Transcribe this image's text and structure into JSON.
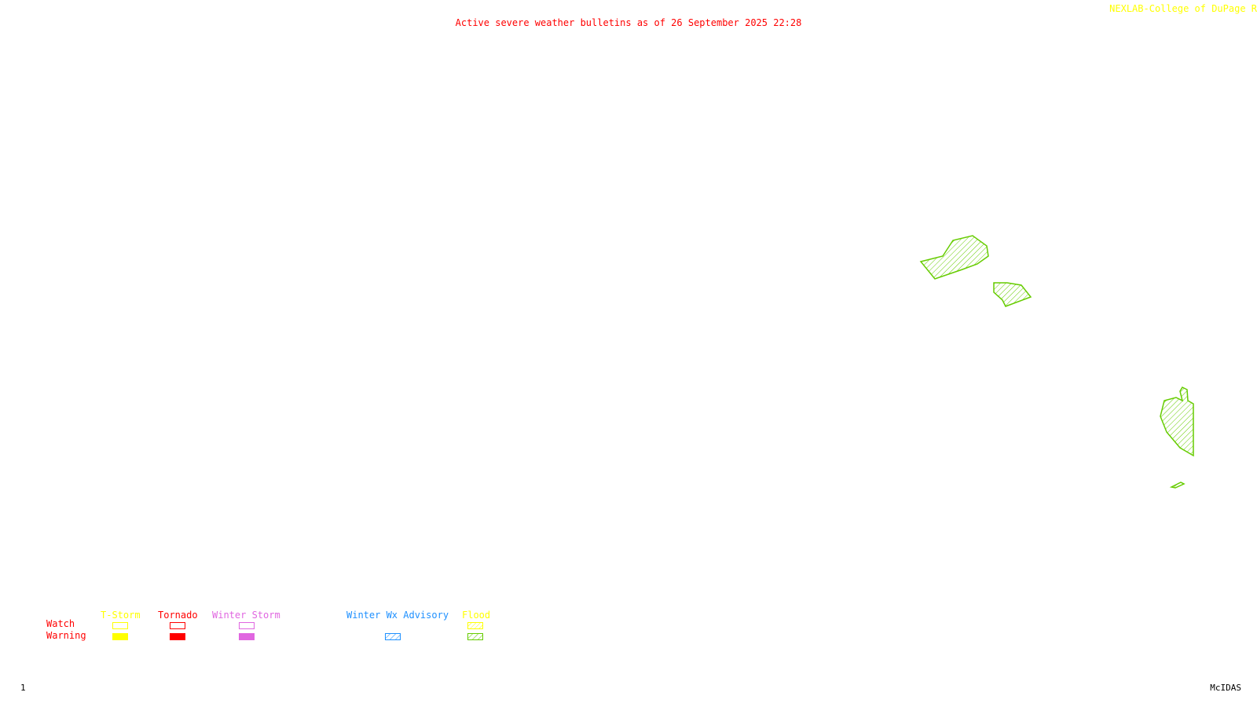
{
  "header": {
    "title": "Active severe weather bulletins as of 26 September 2025 22:28",
    "credit": "NEXLAB-College of DuPage R"
  },
  "legend": {
    "rows": {
      "watch": "Watch",
      "warning": "Warning"
    },
    "categories": [
      {
        "label": "T-Storm",
        "color": "#ffff00",
        "watch": "outline",
        "warning": "filled"
      },
      {
        "label": "Tornado",
        "color": "#ff0000",
        "watch": "outline",
        "warning": "filled"
      },
      {
        "label": "Winter Storm",
        "color": "#e066e0",
        "watch": "outline",
        "warning": "filled"
      },
      {
        "label": "Winter Wx Advisory",
        "color": "#1e90ff",
        "watch": "none",
        "warning": "hatched"
      },
      {
        "label": "Flood",
        "color": "#66cc00",
        "watch": "hatched",
        "warning": "hatched"
      }
    ]
  },
  "map": {
    "bulletin_areas": [
      {
        "type": "flood",
        "color": "#66cc00"
      },
      {
        "type": "flood",
        "color": "#66cc00"
      },
      {
        "type": "flood",
        "color": "#66cc00"
      },
      {
        "type": "flood",
        "color": "#66cc00"
      }
    ]
  },
  "footer": {
    "frame": "1",
    "software": "McIDAS"
  }
}
